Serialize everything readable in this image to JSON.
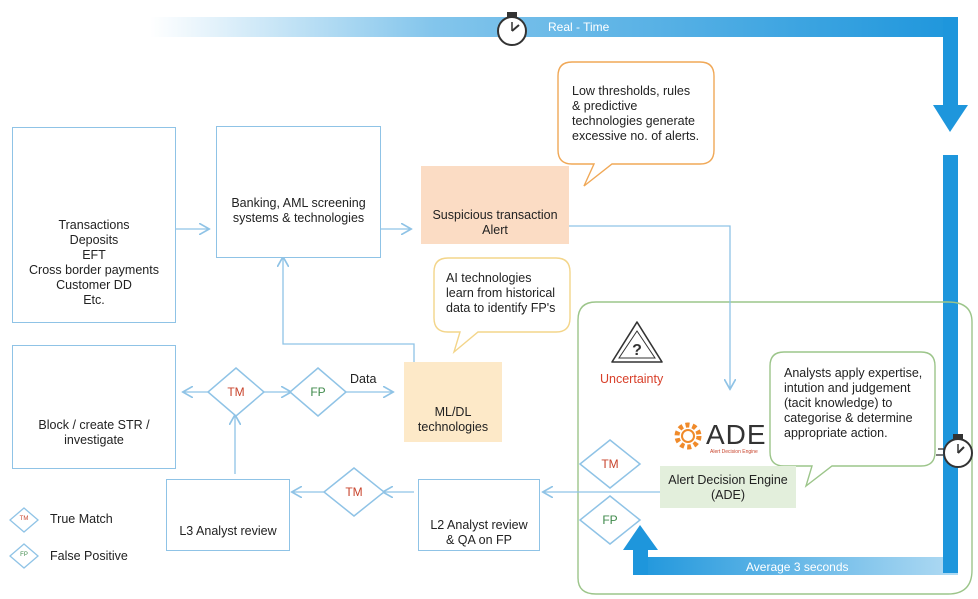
{
  "realtime_label": "Real - Time",
  "average_label": "Average 3 seconds",
  "sources": {
    "lines": [
      "Transactions",
      "Deposits",
      "EFT",
      "Cross border payments",
      "Customer DD",
      "Etc."
    ]
  },
  "banking": {
    "lines": [
      "Banking, AML screening",
      "systems & technologies"
    ]
  },
  "alert": {
    "lines": [
      "Suspicious transaction",
      "Alert"
    ]
  },
  "bubble_thresholds": {
    "lines": [
      "Low thresholds, rules",
      "& predictive",
      "technologies generate",
      "excessive no. of alerts."
    ]
  },
  "bubble_ai": {
    "lines": [
      "AI technologies",
      "learn from historical",
      "data to identify FP's"
    ]
  },
  "bubble_analysts": {
    "lines": [
      "Analysts apply expertise,",
      "intution and judgement",
      "(tacit knowledge) to",
      "categorise & determine",
      "appropriate action."
    ]
  },
  "ml": {
    "lines": [
      "ML/DL",
      "technologies"
    ]
  },
  "data_label": "Data",
  "block": {
    "lines": [
      "Block / create STR /",
      "investigate"
    ]
  },
  "l3": {
    "label": "L3 Analyst review"
  },
  "l2": {
    "lines": [
      "L2 Analyst review",
      "& QA on FP"
    ]
  },
  "uncertainty": "Uncertainty",
  "ade": {
    "logo": "ADE",
    "logo_sub": "Alert Decision Engine",
    "lines": [
      "Alert Decision Engine",
      "(ADE)"
    ]
  },
  "diamonds": {
    "tm": "TM",
    "fp": "FP"
  },
  "legend": [
    {
      "code": "TM",
      "label": "True Match"
    },
    {
      "code": "FP",
      "label": "False Positive"
    }
  ],
  "colors": {
    "accent_blue": "#1e96dc",
    "box_border": "#8fc3e6",
    "alert_fill": "#fbdcc4",
    "ml_fill": "#fde9c8",
    "ade_fill": "#e3efdc",
    "green_border": "#9cc58a",
    "diamond_red": "#c8442c",
    "diamond_green": "#3f8a4b",
    "uncertainty_red": "#d8402a"
  }
}
